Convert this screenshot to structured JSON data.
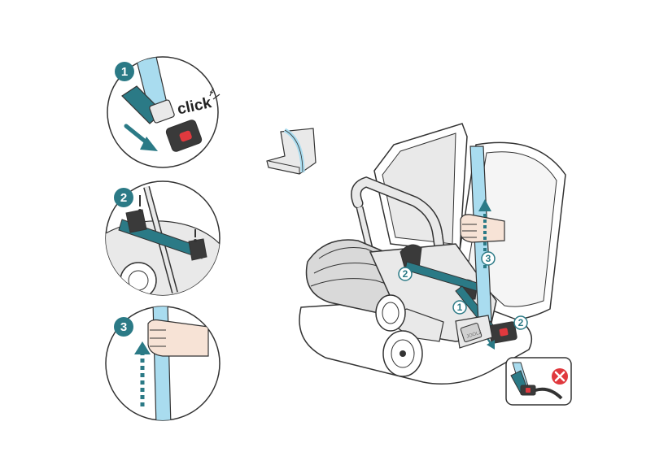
{
  "steps": {
    "step1": {
      "number": "1",
      "sound_label": "click"
    },
    "step2": {
      "number": "2"
    },
    "step3": {
      "number": "3"
    }
  },
  "main_illustration": {
    "callout_1": "1",
    "callout_2_left": "2",
    "callout_2_right": "2",
    "callout_3": "3",
    "brand_mark": "JOOLZ"
  },
  "colors": {
    "belt_blue": "#a9dcef",
    "belt_teal": "#2b7a86",
    "outline": "#333333",
    "warning_red": "#e0393e",
    "skin": "#f7e3d6",
    "seat_grey": "#e9e9e9"
  },
  "icons": {
    "warning": "no-cross-icon",
    "direction": "pull-arrow-icon"
  }
}
